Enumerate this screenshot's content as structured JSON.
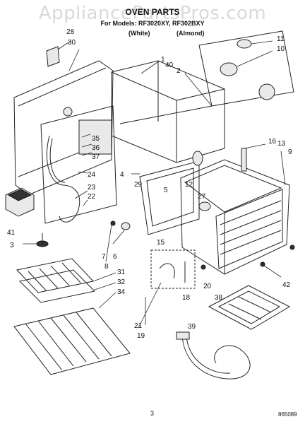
{
  "header": {
    "watermark": "AppliancePartsPros.com",
    "title": "OVEN PARTS",
    "model_line": "For Models: RF3020XY, RF302BXY",
    "color_white": "(White)",
    "color_almond": "(Almond)"
  },
  "callouts": {
    "c1": "1",
    "c2": "2",
    "c3": "3",
    "c4": "4",
    "c5": "5",
    "c6": "6",
    "c7": "7",
    "c8": "8",
    "c9": "9",
    "c10": "10",
    "c11": "11",
    "c12": "12",
    "c13": "13",
    "c15": "15",
    "c16": "16",
    "c18": "18",
    "c19": "19",
    "c20": "20",
    "c21": "21",
    "c22": "22",
    "c23": "23",
    "c24": "24",
    "c27": "27",
    "c28": "28",
    "c29": "29",
    "c30": "30",
    "c31": "31",
    "c32": "32",
    "c34": "34",
    "c35": "35",
    "c36": "36",
    "c37": "37",
    "c38": "38",
    "c39": "39",
    "c40": "40",
    "c41": "41",
    "c42": "42"
  },
  "footer": {
    "page_number": "3",
    "doc_number": "865089"
  }
}
